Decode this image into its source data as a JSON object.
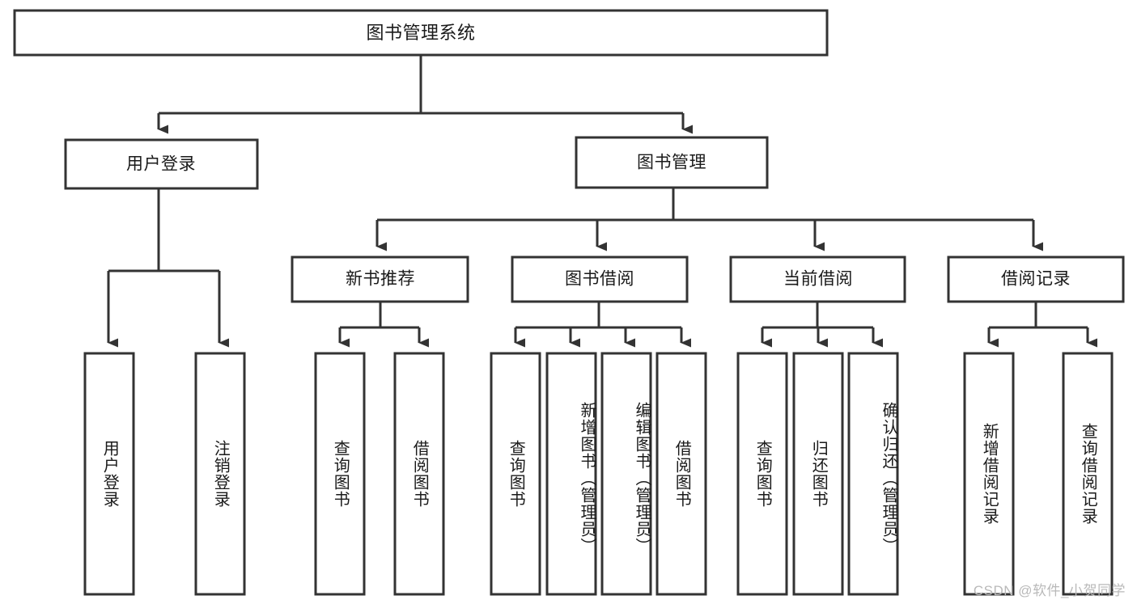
{
  "diagram": {
    "type": "tree",
    "title": "图书管理系统",
    "watermark": "CSDN @软件_小贺同学",
    "colors": {
      "stroke": "#333333",
      "fill": "#ffffff",
      "text": "#1a1a1a",
      "watermark": "#b9b9b9"
    },
    "levels": {
      "root": "图书管理系统",
      "level2": [
        "用户登录",
        "图书管理"
      ],
      "level3": [
        "新书推荐",
        "图书借阅",
        "当前借阅",
        "借阅记录"
      ]
    },
    "nodes": {
      "root": {
        "label": "图书管理系统"
      },
      "user_login": {
        "label": "用户登录"
      },
      "book_manage": {
        "label": "图书管理"
      },
      "new_book_rec": {
        "label": "新书推荐"
      },
      "book_borrow": {
        "label": "图书借阅"
      },
      "current_borrow": {
        "label": "当前借阅"
      },
      "borrow_record": {
        "label": "借阅记录"
      },
      "leaf_user_login": {
        "label": "用户登录"
      },
      "leaf_logout": {
        "label": "注销登录"
      },
      "leaf_query_book_1": {
        "label": "查询图书"
      },
      "leaf_borrow_book_1": {
        "label": "借阅图书"
      },
      "leaf_query_book_2": {
        "label": "查询图书"
      },
      "leaf_add_book": {
        "label": "新增图书（管理员）"
      },
      "leaf_edit_book": {
        "label": "编辑图书（管理员）"
      },
      "leaf_borrow_book_2": {
        "label": "借阅图书"
      },
      "leaf_query_book_3": {
        "label": "查询图书"
      },
      "leaf_return_book": {
        "label": "归还图书"
      },
      "leaf_confirm_return": {
        "label": "确认归还（管理员）"
      },
      "leaf_add_record": {
        "label": "新增借阅记录"
      },
      "leaf_query_record": {
        "label": "查询借阅记录"
      }
    },
    "edges": [
      {
        "from": "root",
        "to": "user_login"
      },
      {
        "from": "root",
        "to": "book_manage"
      },
      {
        "from": "user_login",
        "to": "leaf_user_login"
      },
      {
        "from": "user_login",
        "to": "leaf_logout"
      },
      {
        "from": "book_manage",
        "to": "new_book_rec"
      },
      {
        "from": "book_manage",
        "to": "book_borrow"
      },
      {
        "from": "book_manage",
        "to": "current_borrow"
      },
      {
        "from": "book_manage",
        "to": "borrow_record"
      },
      {
        "from": "new_book_rec",
        "to": "leaf_query_book_1"
      },
      {
        "from": "new_book_rec",
        "to": "leaf_borrow_book_1"
      },
      {
        "from": "book_borrow",
        "to": "leaf_query_book_2"
      },
      {
        "from": "book_borrow",
        "to": "leaf_add_book"
      },
      {
        "from": "book_borrow",
        "to": "leaf_edit_book"
      },
      {
        "from": "book_borrow",
        "to": "leaf_borrow_book_2"
      },
      {
        "from": "current_borrow",
        "to": "leaf_query_book_3"
      },
      {
        "from": "current_borrow",
        "to": "leaf_return_book"
      },
      {
        "from": "current_borrow",
        "to": "leaf_confirm_return"
      },
      {
        "from": "borrow_record",
        "to": "leaf_add_record"
      },
      {
        "from": "borrow_record",
        "to": "leaf_query_record"
      }
    ]
  }
}
